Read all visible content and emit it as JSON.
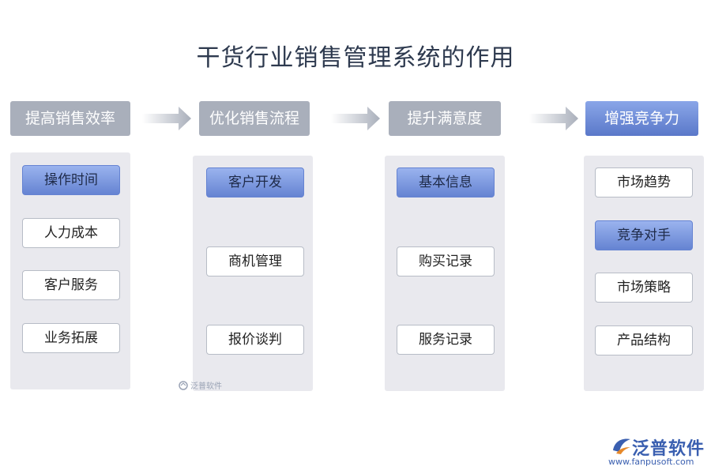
{
  "title": "干货行业销售管理系统的作用",
  "columns": [
    {
      "heading": "提高销售效率",
      "items": [
        "操作时间",
        "人力成本",
        "客户服务",
        "业务拓展"
      ]
    },
    {
      "heading": "优化销售流程",
      "items": [
        "客户开发",
        "商机管理",
        "报价谈判"
      ]
    },
    {
      "heading": "提升满意度",
      "items": [
        "基本信息",
        "购买记录",
        "服务记录"
      ]
    },
    {
      "heading": "增强竞争力",
      "items": [
        "市场趋势",
        "竞争对手",
        "市场策略",
        "产品结构"
      ]
    }
  ],
  "watermark": {
    "small": "泛普软件",
    "brand": "泛普软件",
    "url": "www.fanpusoft.com"
  },
  "colors": {
    "heading_gray": "#a9afbb",
    "heading_blue": "#5a78c9",
    "item_blue": "#6583d2",
    "panel": "#e9e9ee",
    "title": "#2e3a4f"
  }
}
